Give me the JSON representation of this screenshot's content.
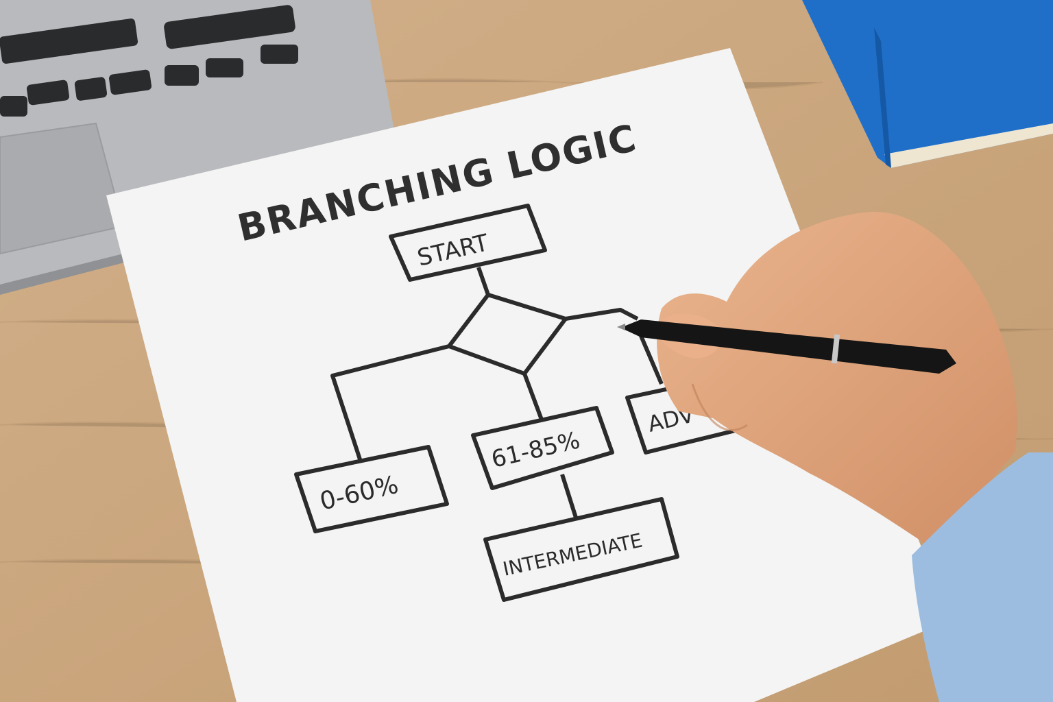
{
  "flowchart": {
    "title": "BRANCHING LOGIC",
    "nodes": {
      "start": "START",
      "low": "0-60%",
      "mid": "61-85%",
      "intermediate": "INTERMEDIATE",
      "advanced_partial": "ADV"
    }
  },
  "colors": {
    "desk": "#c9a57c",
    "paper": "#f4f4f4",
    "ink": "#2b2b2b",
    "book": "#1f6fc9",
    "laptop": "#b9bbbe",
    "skin": "#e2a77f",
    "sleeve": "#9dbde0",
    "pen": "#151515"
  }
}
